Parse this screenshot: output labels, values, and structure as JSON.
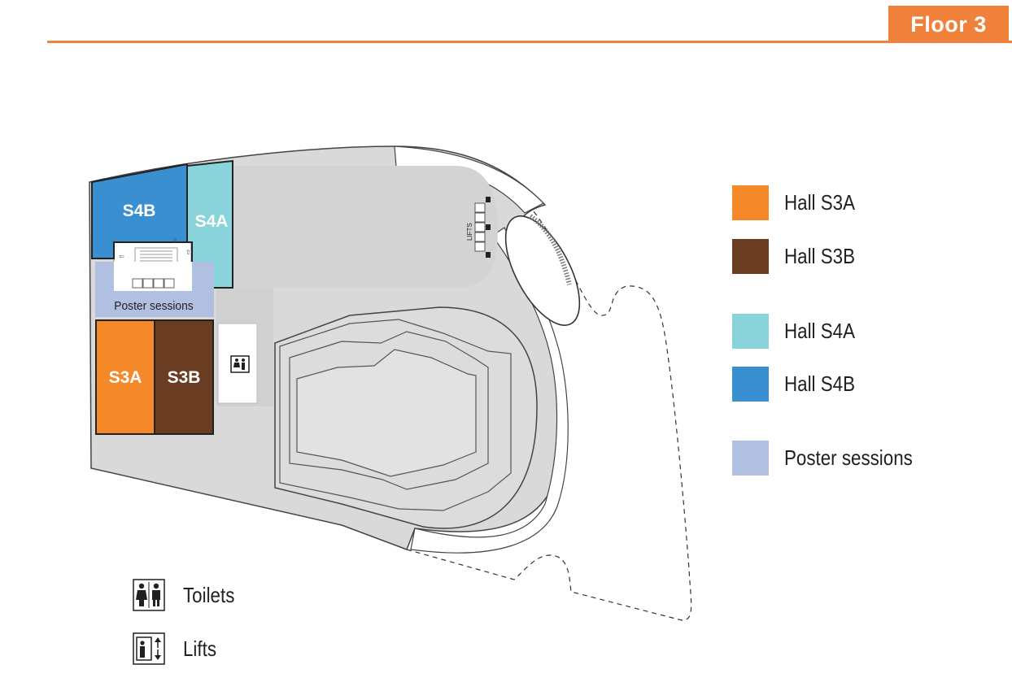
{
  "floor_label": "Floor 3",
  "colors": {
    "accent": "#f0813b",
    "hall_s3a": "#f5892a",
    "hall_s3b": "#6a3c22",
    "hall_s4a": "#88d4da",
    "hall_s4b": "#3a8fd0",
    "poster": "#b1bfe0",
    "building": "#d9d9d9"
  },
  "map": {
    "halls": {
      "s4b": "S4B",
      "s4a": "S4A",
      "s3a": "S3A",
      "s3b": "S3B"
    },
    "poster_area": "Poster sessions",
    "lifts_text": "LIFTS"
  },
  "legend": [
    {
      "label": "Hall S3A",
      "color": "#f5892a"
    },
    {
      "label": "Hall S3B",
      "color": "#6a3c22"
    },
    {
      "label": "Hall S4A",
      "color": "#88d4da"
    },
    {
      "label": "Hall S4B",
      "color": "#3a8fd0"
    },
    {
      "label": "Poster sessions",
      "color": "#b1bfe0"
    }
  ],
  "key": [
    {
      "icon": "toilets-icon",
      "label": "Toilets"
    },
    {
      "icon": "lifts-icon",
      "label": "Lifts"
    }
  ]
}
